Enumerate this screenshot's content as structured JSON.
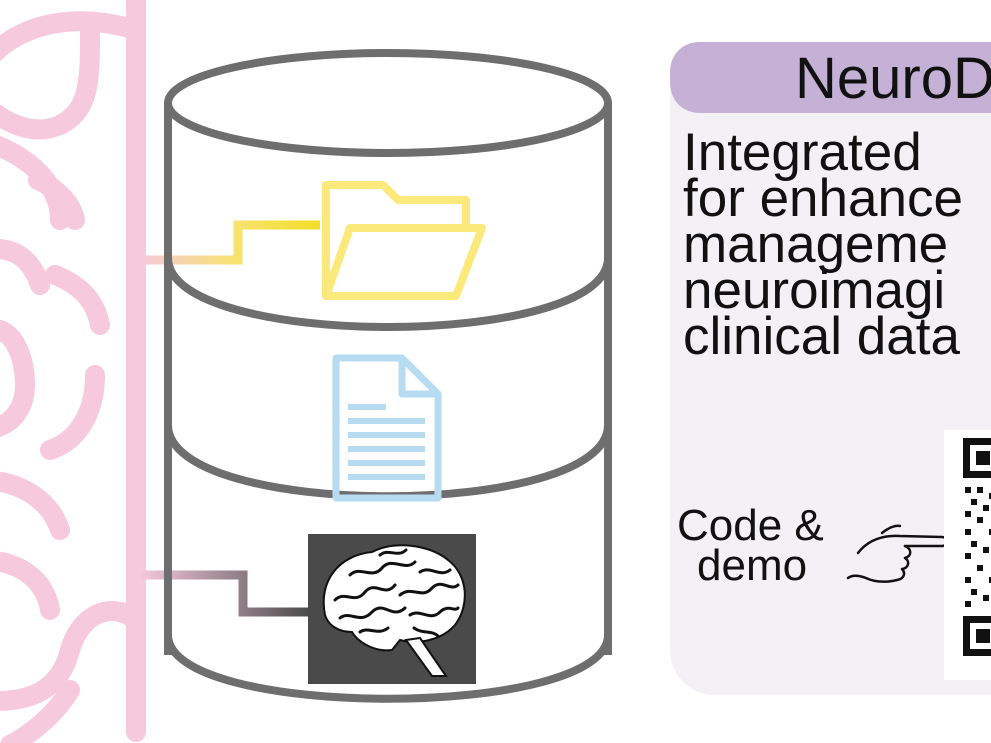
{
  "title": "NeuroD",
  "description_lines": [
    "Integrated",
    "for enhance",
    "manageme",
    "neuroimagi",
    "clinical data"
  ],
  "code_demo": {
    "line1": "Code &",
    "line2": "demo"
  },
  "icons": {
    "brain_outline": "brain-outline-icon",
    "database": "database-cylinder-icon",
    "folder": "folder-open-icon",
    "document": "document-icon",
    "brain_scan": "brain-mri-icon",
    "pointing_hand": "pointing-hand-icon",
    "qr_code": "qr-code-icon"
  },
  "colors": {
    "brain_outline": "#f6c9dd",
    "cylinder_stroke": "#6e6e6e",
    "folder": "#fbe97b",
    "folder_connector": "#f3dd28",
    "document": "#b7dcf1",
    "document_connector": "#cfe6f3",
    "scan_bg": "#4a4a4a",
    "scan_connector": "#4a4a4a",
    "title_pill": "#c5b1d6",
    "panel_bg": "#f3f1f6"
  }
}
